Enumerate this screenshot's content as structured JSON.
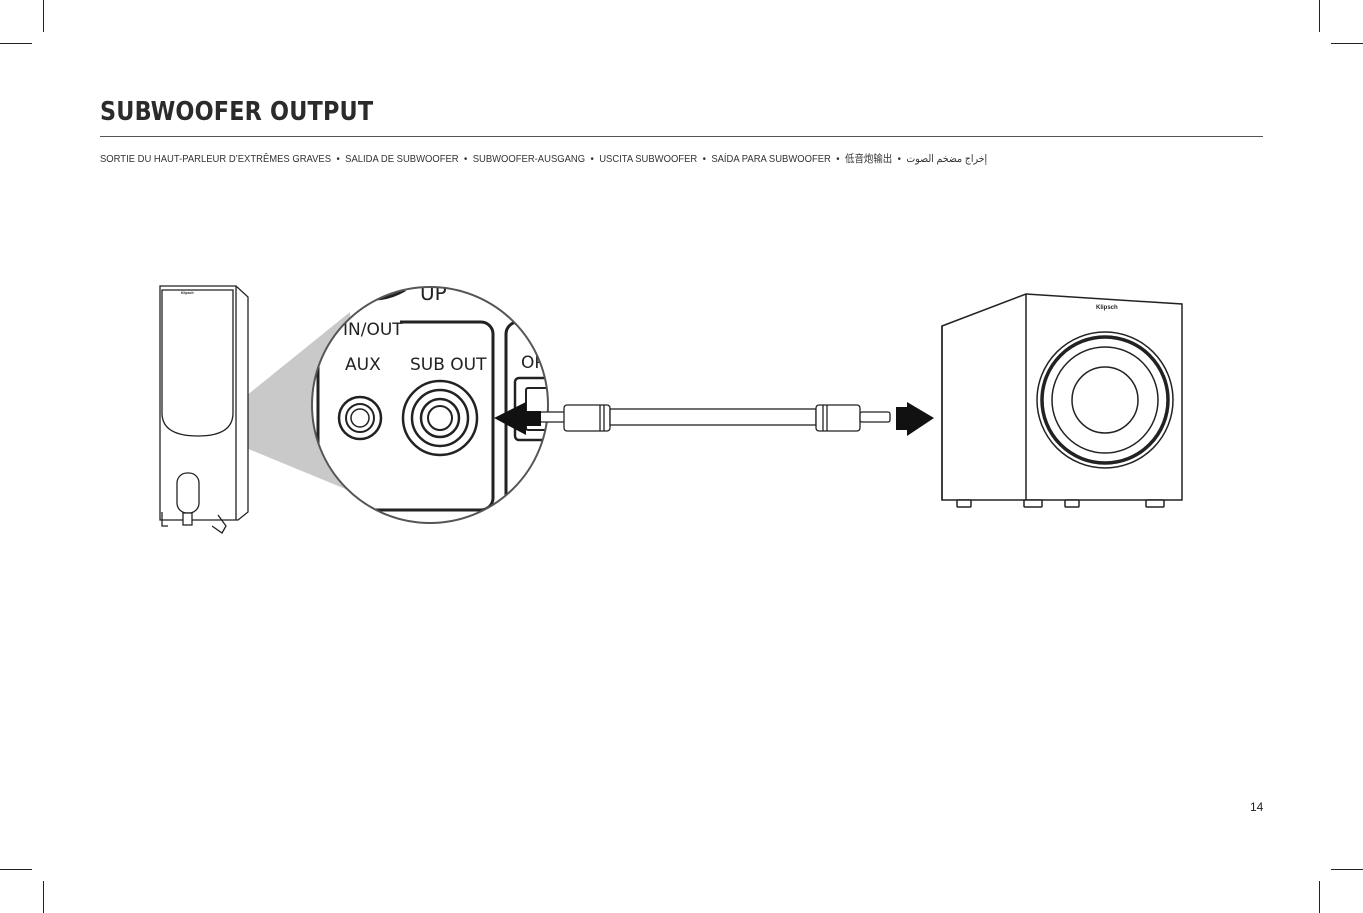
{
  "heading": "SUBWOOFER OUTPUT",
  "translations": [
    "SORTIE DU HAUT-PARLEUR D’EXTRÊMES GRAVES",
    "SALIDA DE SUBWOOFER",
    "SUBWOOFER-AUSGANG",
    "USCITA SUBWOOFER",
    "SAÍDA PARA SUBWOOFER",
    "低音炮输出",
    "إخراج مضخم الصوت"
  ],
  "separator": "•",
  "panel_labels": {
    "top": "UP",
    "group": "IN/OUT",
    "aux": "AUX",
    "sub_out": "SUB OUT",
    "next": "OP"
  },
  "brand": "Klipsch",
  "page_number": "14"
}
